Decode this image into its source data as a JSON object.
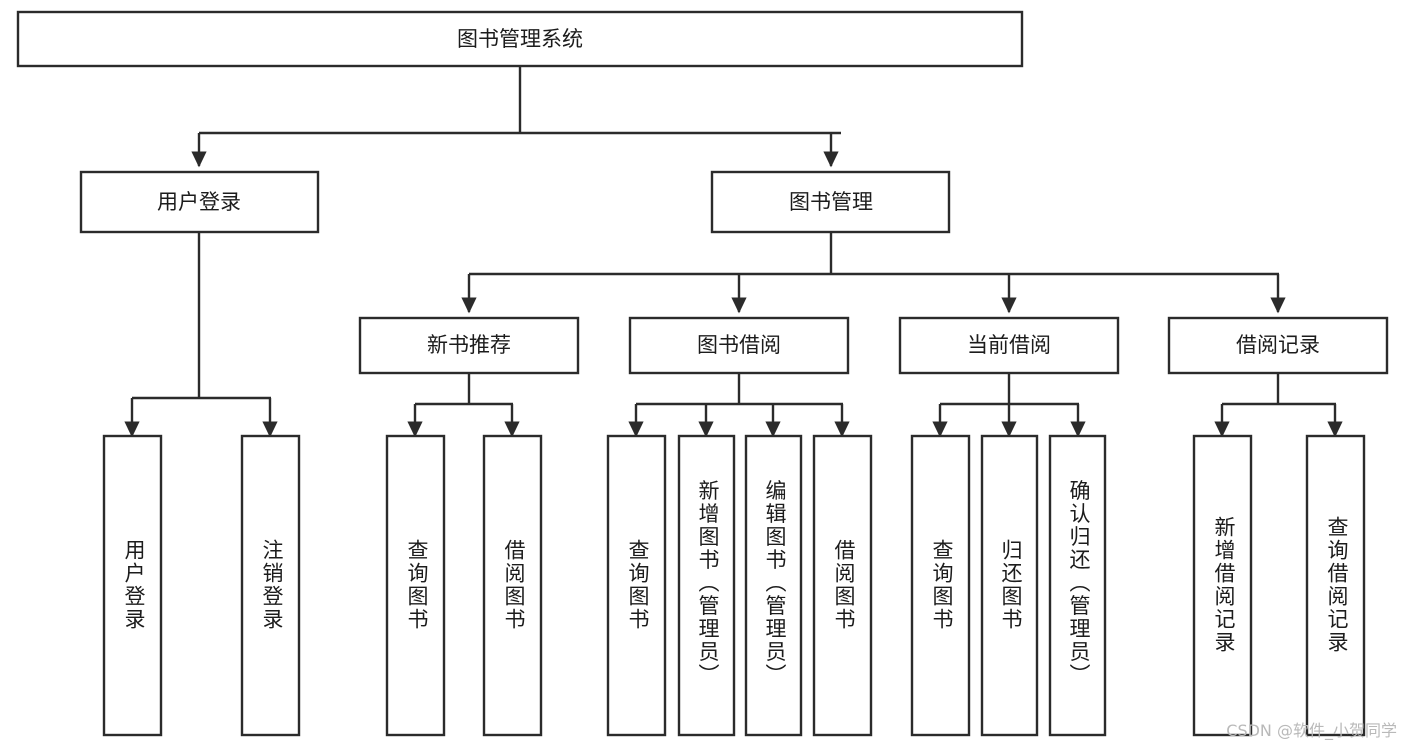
{
  "diagram": {
    "type": "tree-flowchart",
    "title_node": {
      "id": "root",
      "label": "图书管理系统",
      "orientation": "horizontal"
    },
    "level1": [
      {
        "id": "user-login",
        "label": "用户登录",
        "orientation": "horizontal"
      },
      {
        "id": "book-management",
        "label": "图书管理",
        "orientation": "horizontal"
      }
    ],
    "level2": [
      {
        "id": "new-book-recommend",
        "label": "新书推荐",
        "orientation": "horizontal",
        "parent": "book-management"
      },
      {
        "id": "book-borrow",
        "label": "图书借阅",
        "orientation": "horizontal",
        "parent": "book-management"
      },
      {
        "id": "current-borrow",
        "label": "当前借阅",
        "orientation": "horizontal",
        "parent": "book-management"
      },
      {
        "id": "borrow-record",
        "label": "借阅记录",
        "orientation": "horizontal",
        "parent": "book-management"
      }
    ],
    "leaves": [
      {
        "id": "leaf-user-login",
        "label": "用户登录",
        "parent": "user-login"
      },
      {
        "id": "leaf-user-logout",
        "label": "注销登录",
        "parent": "user-login"
      },
      {
        "id": "leaf-query-book-1",
        "label": "查询图书",
        "parent": "new-book-recommend"
      },
      {
        "id": "leaf-borrow-book-1",
        "label": "借阅图书",
        "parent": "new-book-recommend"
      },
      {
        "id": "leaf-query-book-2",
        "label": "查询图书",
        "parent": "book-borrow"
      },
      {
        "id": "leaf-add-book",
        "label": "新增图书（管理员）",
        "parent": "book-borrow"
      },
      {
        "id": "leaf-edit-book",
        "label": "编辑图书（管理员）",
        "parent": "book-borrow"
      },
      {
        "id": "leaf-borrow-book-2",
        "label": "借阅图书",
        "parent": "book-borrow"
      },
      {
        "id": "leaf-query-book-3",
        "label": "查询图书",
        "parent": "current-borrow"
      },
      {
        "id": "leaf-return-book",
        "label": "归还图书",
        "parent": "current-borrow"
      },
      {
        "id": "leaf-confirm-return",
        "label": "确认归还（管理员）",
        "parent": "current-borrow"
      },
      {
        "id": "leaf-add-record",
        "label": "新增借阅记录",
        "parent": "borrow-record"
      },
      {
        "id": "leaf-query-record",
        "label": "查询借阅记录",
        "parent": "borrow-record"
      }
    ],
    "colors": {
      "stroke": "#2b2b2b",
      "fill": "#ffffff",
      "text": "#1c1c1c",
      "background": "#ffffff",
      "watermark": "#b9b9b9"
    }
  },
  "watermark": {
    "text": "CSDN @软件_小贺同学"
  }
}
